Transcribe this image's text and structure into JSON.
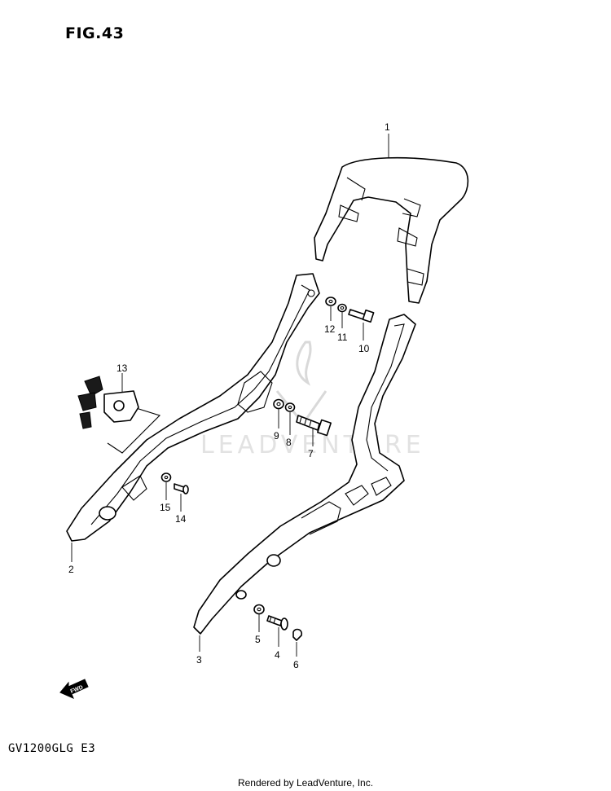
{
  "figure": {
    "title": "FIG.43"
  },
  "model_code": "GV1200GLG  E3",
  "watermark": "LEADVENTURE",
  "fwd_label": "FWD",
  "footer": "Rendered by LeadVenture, Inc.",
  "callouts": {
    "c1": "1",
    "c2": "2",
    "c3": "3",
    "c4": "4",
    "c5": "5",
    "c6": "6",
    "c7": "7",
    "c8": "8",
    "c9": "9",
    "c10": "10",
    "c11": "11",
    "c12": "12",
    "c13": "13",
    "c14": "14",
    "c15": "15"
  }
}
